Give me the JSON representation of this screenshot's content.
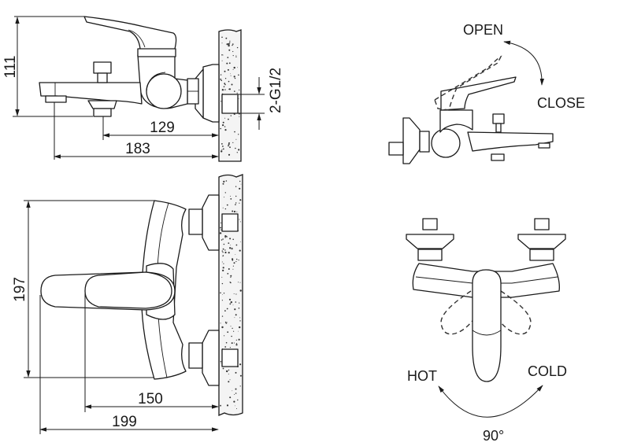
{
  "drawing": {
    "title": "Wall-mounted bath mixer dimension drawing",
    "units": "mm",
    "side_view": {
      "height_dim": "111",
      "spout_to_wall_dim": "129",
      "outlet_to_wall_dim": "183",
      "connection_label": "2-G1/2"
    },
    "top_view": {
      "width_dim": "197",
      "handle_to_wall_dim": "150",
      "overall_depth_dim": "199"
    },
    "operation_view": {
      "open_label": "OPEN",
      "close_label": "CLOSE"
    },
    "temperature_view": {
      "hot_label": "HOT",
      "cold_label": "COLD",
      "rotation_label": "90°"
    }
  }
}
